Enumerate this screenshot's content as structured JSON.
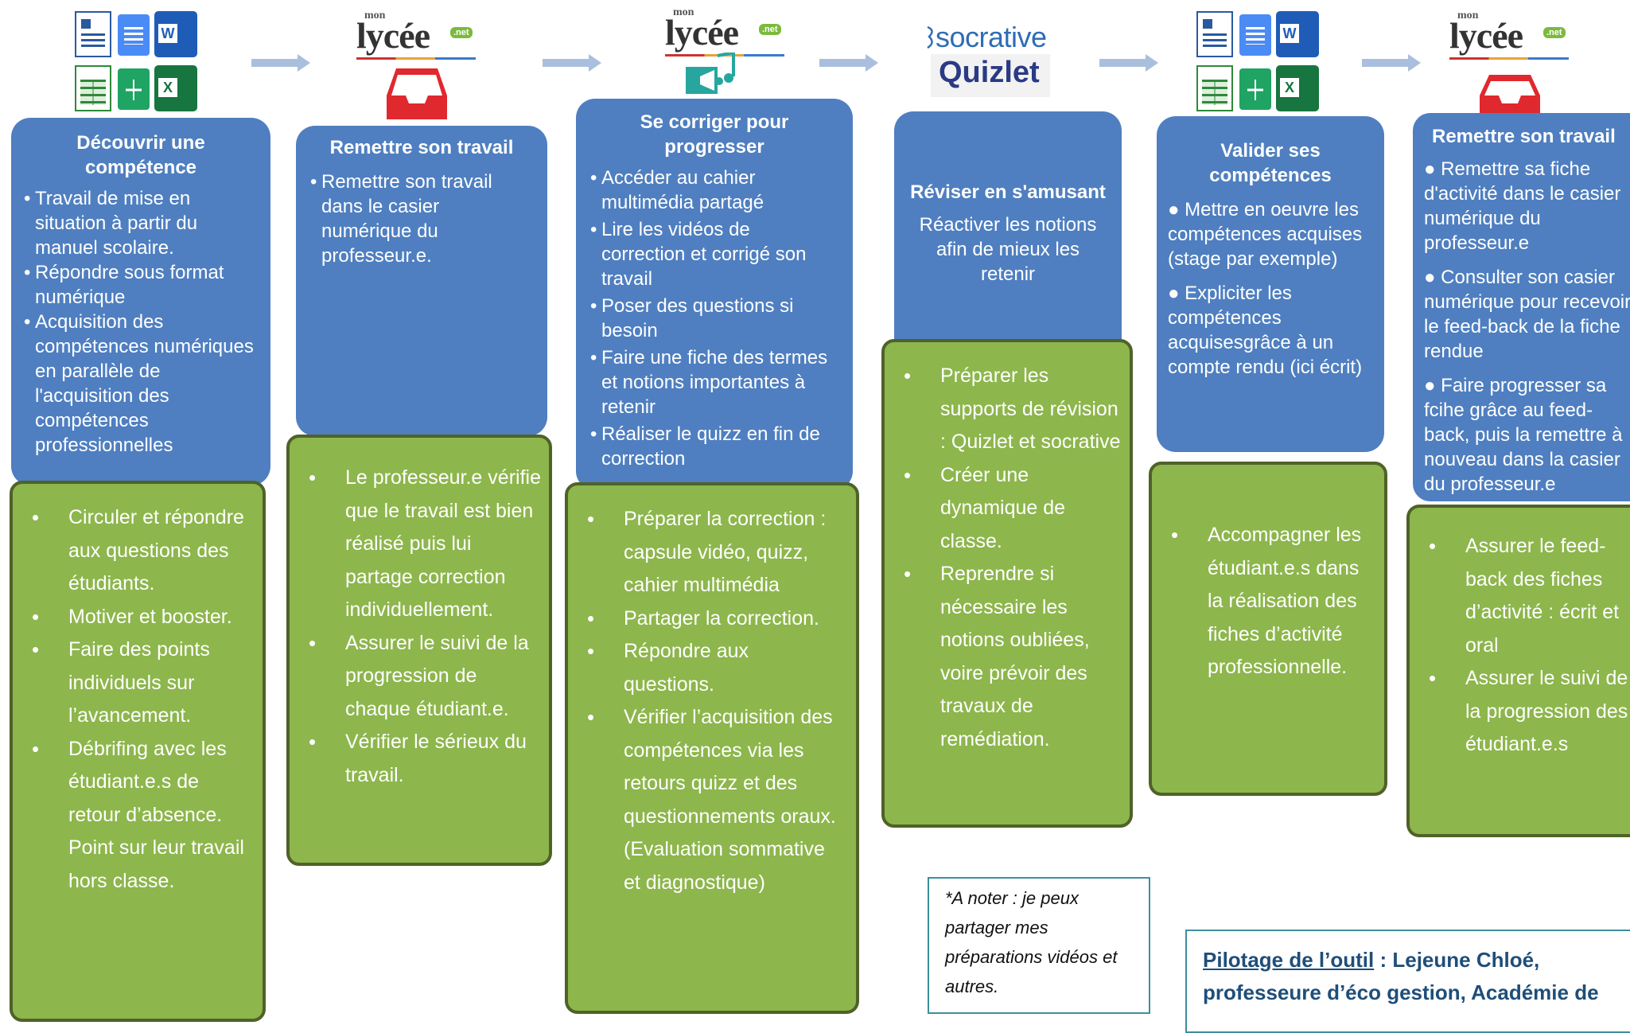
{
  "colors": {
    "blue_box": "#4f7fc0",
    "green_box": "#8db64c",
    "green_border": "#4f6228",
    "arrow": "#a9bfdd",
    "note_border": "#3d8f9d",
    "credit_text": "#1f4e79"
  },
  "logos": {
    "lycee_mon": "mon",
    "lycee_word": "lycée",
    "lycee_net": ".net",
    "socrative": "socrative",
    "quizlet": "Quizlet",
    "word_letter": "W",
    "excel_letter": "X"
  },
  "steps": [
    {
      "title": "Découvrir une compétence",
      "student": [
        "Travail de mise en situation à partir du manuel scolaire.",
        "Répondre sous format numérique",
        "Acquisition des compétences numériques en parallèle de l'acquisition des compétences professionnelles"
      ],
      "teacher": [
        "Circuler et répondre aux questions des étudiants.",
        "Motiver et booster.",
        "Faire des points individuels sur l’avancement.",
        "Débrifing avec les étudiant.e.s de retour d’absence. Point sur leur travail hors classe."
      ]
    },
    {
      "title": "Remettre son travail",
      "student": [
        "Remettre son travail dans le casier numérique du professeur.e."
      ],
      "teacher": [
        "Le professeur.e vérifie que le travail est bien réalisé puis lui partage correction individuellement.",
        "Assurer le suivi de la progression de chaque étudiant.e.",
        "Vérifier le sérieux du travail."
      ]
    },
    {
      "title": "Se corriger pour progresser",
      "student": [
        "Accéder au cahier multimédia partagé",
        "Lire les vidéos de correction et corrigé son travail",
        "Poser des questions si besoin",
        "Faire une fiche des termes et notions importantes à retenir",
        "Réaliser le quizz en fin de correction"
      ],
      "teacher": [
        "Préparer la correction : capsule vidéo, quizz, cahier multimédia",
        "Partager la correction.",
        "Répondre aux questions.",
        "Vérifier l’acquisition des compétences via les retours quizz et des questionnements oraux. (Evaluation sommative et diagnostique)"
      ]
    },
    {
      "title": "Réviser en s'amusant",
      "text": "Réactiver les notions afin de mieux les retenir",
      "teacher": [
        "Préparer les supports de révision : Quizlet et socrative",
        "Créer une dynamique de classe.",
        "Reprendre si nécessaire les notions oubliées, voire prévoir des travaux de remédiation."
      ]
    },
    {
      "title": "Valider ses compétences",
      "student": [
        "● Mettre en oeuvre les compétences acquises (stage par exemple)",
        "● Expliciter les compétences acquisesgrâce à un compte rendu (ici écrit)"
      ],
      "teacher": [
        "Accompagner les étudiant.e.s dans la réalisation des fiches d’activité professionnelle."
      ]
    },
    {
      "title": "Remettre son travail",
      "student": [
        "● Remettre sa fiche d'activité dans le casier numérique du professeur.e",
        "● Consulter son casier numérique pour recevoir le feed-back de la fiche rendue",
        "● Faire progresser sa fcihe grâce au feed-back, puis la remettre à nouveau dans la casier du professeur.e"
      ],
      "teacher": [
        "Assurer le feed-back des fiches d’activité : écrit et oral",
        "Assurer le suivi de la progression des étudiant.e.s"
      ]
    }
  ],
  "note": "*A noter : je peux partager mes préparations vidéos et autres.",
  "credit": {
    "label": "Pilotage de l’outil",
    "separator": " : ",
    "text": "Lejeune Chloé, professeure d’éco gestion, Académie de"
  }
}
